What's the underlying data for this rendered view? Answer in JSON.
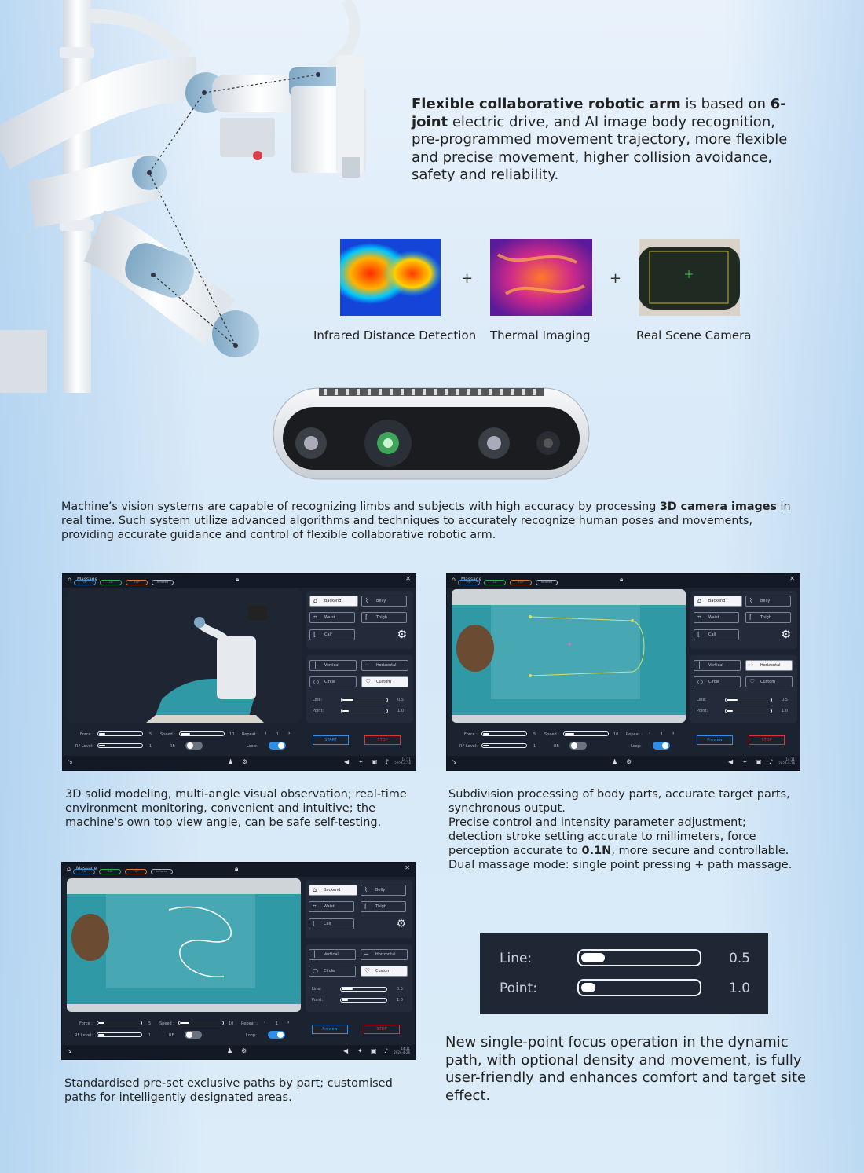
{
  "intro": {
    "bold1": "Flexible collaborative robotic arm",
    "text1": " is based on ",
    "bold2": "6-joint",
    "text2": " electric drive, and AI image body recognition, pre-programmed movement trajectory, more flexible and precise movement, higher collision avoidance, safety and reliability."
  },
  "sensors": {
    "items": [
      {
        "label": "Infrared Distance Detection"
      },
      {
        "label": "Thermal Imaging"
      },
      {
        "label": "Real Scene Camera"
      }
    ],
    "plus": "+"
  },
  "vision": {
    "text1": "Machine’s vision systems are capable of recognizing limbs and subjects with high accuracy by processing ",
    "bold": "3D camera images",
    "text2": " in real time. Such system utilize advanced algorithms and techniques to accurately recognize human poses and movements, providing accurate guidance and control of flexible collaborative robotic arm."
  },
  "app": {
    "title": "Massage",
    "parts": [
      "Backend",
      "Belly",
      "Waist",
      "Thigh",
      "Calf"
    ],
    "modes": [
      "Vertical",
      "Horizontal",
      "Circle",
      "Custom"
    ],
    "line_label": "Line:",
    "point_label": "Point:",
    "line_value": "0.5",
    "point_value": "1.0",
    "force_label": "Force :",
    "force_value": "5",
    "speed_label": "Speed :",
    "speed_value": "10",
    "repeat_label": "Repeat :",
    "repeat_value": "1",
    "rf_level_label": "RF Level:",
    "rf_level_value": "1",
    "rf_label": "RF:",
    "loop_label": "Loop:",
    "start_label": "START",
    "preview_label": "Preview",
    "stop_label": "STOP",
    "time": "14:11",
    "date": "2024-4-26",
    "view_chips": [
      "3D",
      "2D",
      "TOP",
      "Infrared"
    ]
  },
  "descriptions": {
    "modeling": "3D solid modeling, multi-angle visual observation; real-time environment monitoring, convenient and intuitive; the machine's own top view angle, can be safe self-testing.",
    "subdivision_1": "Subdivision processing of body parts, accurate target parts, synchronous output.",
    "subdivision_2a": "Precise control and intensity parameter adjustment; detection stroke setting accurate to millimeters, force perception accurate to ",
    "subdivision_2b": "0.1N",
    "subdivision_2c": ", more secure and controllable.",
    "subdivision_3": "Dual massage mode: single point pressing + path massage.",
    "paths": "Standardised pre-set exclusive paths by part; customised paths for intelligently designated areas."
  },
  "zoom": {
    "line_label": "Line:",
    "line_value": "0.5",
    "point_label": "Point:",
    "point_value": "1.0"
  },
  "single_point": "New single-point focus operation in the dynamic path, with optional density and movement, is fully user-friendly and enhances comfort and target site effect.",
  "colors": {
    "app_bg": "#1b2230",
    "accent_blue": "#2f8fe8",
    "stop_red": "#e0303a",
    "teal_sheet": "#2f9aa6"
  }
}
